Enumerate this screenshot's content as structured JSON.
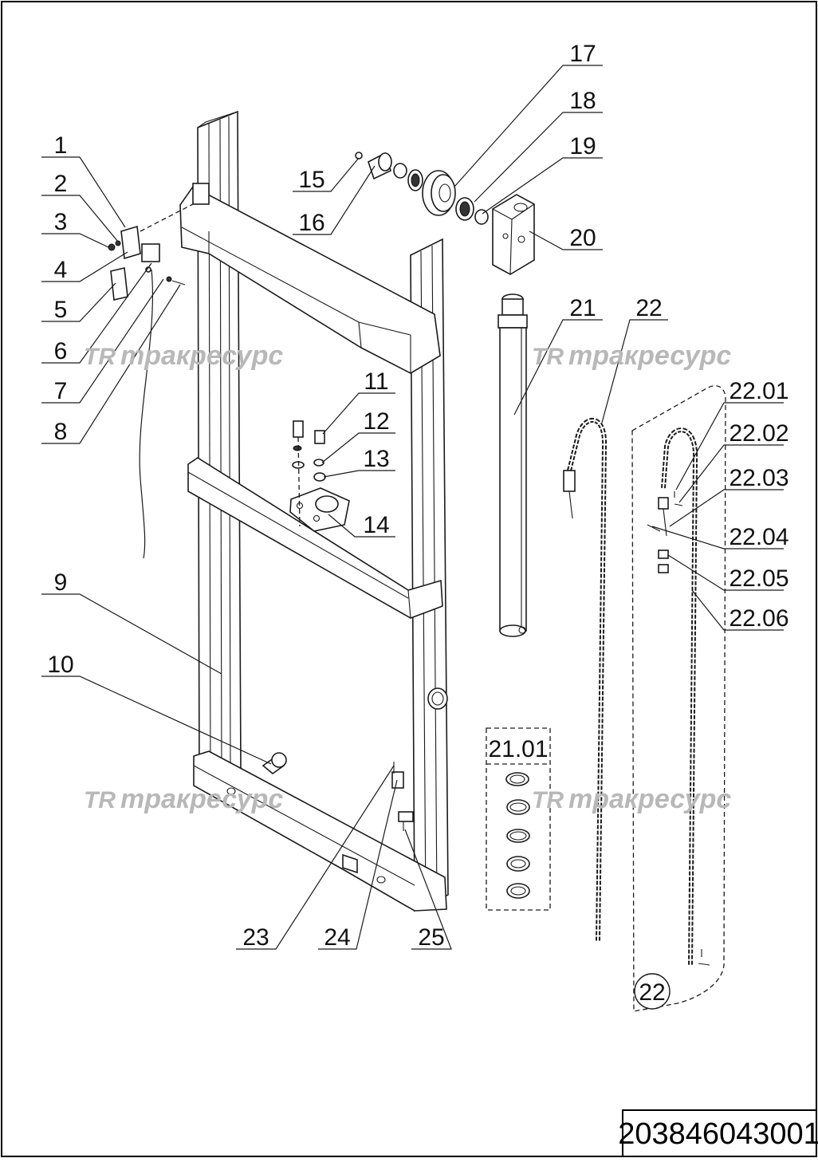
{
  "document_number": "203846043001",
  "watermark": {
    "logo": "TR",
    "text": "тракресурс"
  },
  "callouts": {
    "c1": "1",
    "c2": "2",
    "c3": "3",
    "c4": "4",
    "c5": "5",
    "c6": "6",
    "c7": "7",
    "c8": "8",
    "c9": "9",
    "c10": "10",
    "c11": "11",
    "c12": "12",
    "c13": "13",
    "c14": "14",
    "c15": "15",
    "c16": "16",
    "c17": "17",
    "c18": "18",
    "c19": "19",
    "c20": "20",
    "c21": "21",
    "c22": "22",
    "c23": "23",
    "c24": "24",
    "c25": "25",
    "c2101": "21.01",
    "c2201": "22.01",
    "c2202": "22.02",
    "c2203": "22.03",
    "c2204": "22.04",
    "c2205": "22.05",
    "c2206": "22.06",
    "c22circle": "22"
  }
}
